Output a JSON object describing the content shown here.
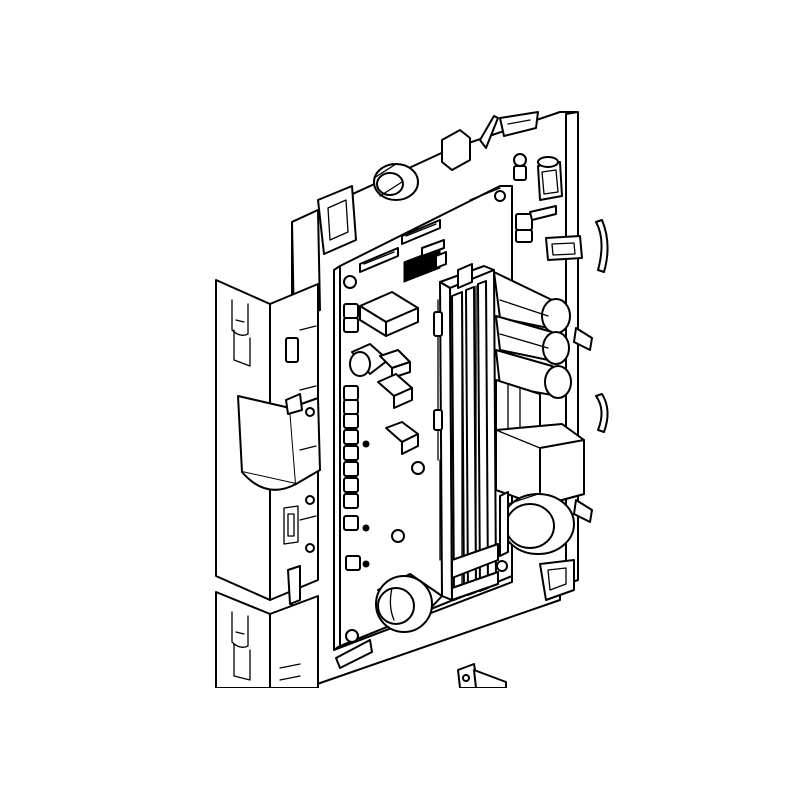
{
  "figure": {
    "kind": "exploded technical line drawing",
    "background": "#ffffff",
    "ink": "#000000",
    "parts": [
      "back-frame",
      "left-bracket-upper",
      "left-bracket-lower",
      "circuit-board",
      "heatsink-rail",
      "capacitor",
      "transformer",
      "ferrite-toroid",
      "round-motor",
      "connector-header",
      "relay-block",
      "cable-clip"
    ]
  }
}
